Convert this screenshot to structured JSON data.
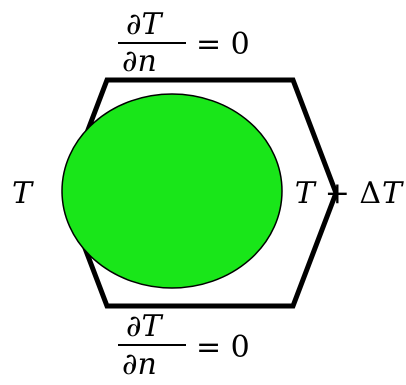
{
  "boundaries": {
    "top": {
      "numerator": "∂T",
      "denominator": "∂n",
      "rhs": "= 0"
    },
    "bottom": {
      "numerator": "∂T",
      "denominator": "∂n",
      "rhs": "= 0"
    },
    "left": {
      "label": "T"
    },
    "right": {
      "label_var": "T",
      "label_op": "+ Δ",
      "label_var2": "T"
    }
  },
  "colors": {
    "inclusion_fill": "#19e619",
    "inclusion_stroke": "#000000",
    "hexagon_stroke": "#000000"
  }
}
